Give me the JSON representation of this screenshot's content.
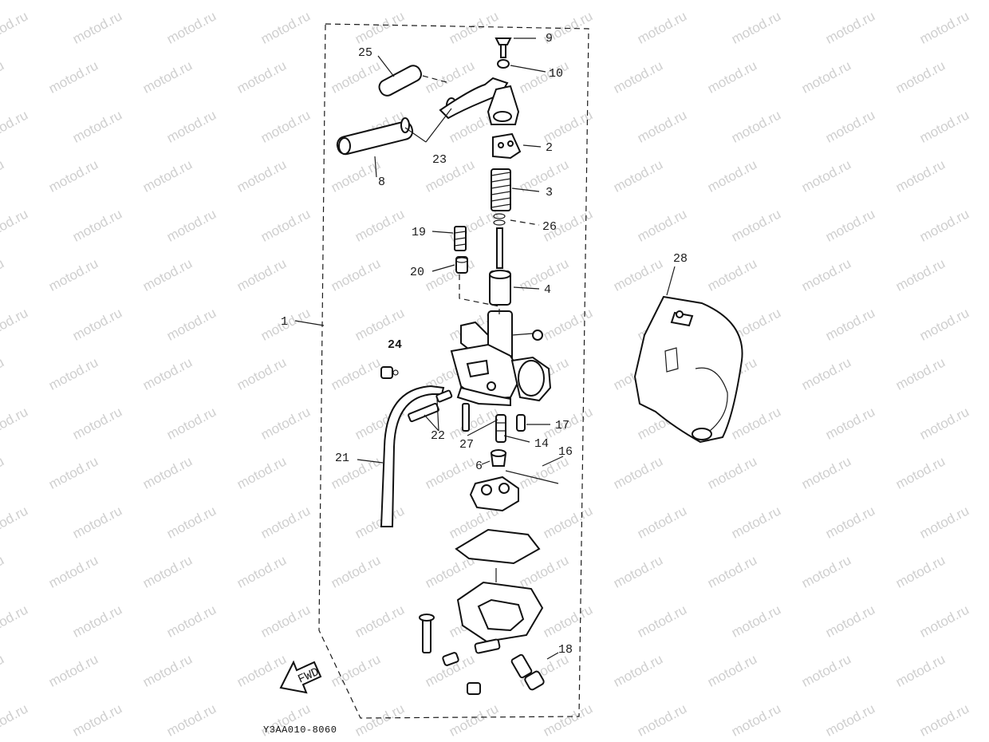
{
  "watermark": {
    "text": "motod.ru"
  },
  "diagram": {
    "callouts": {
      "c1": "1",
      "c2": "2",
      "c3": "3",
      "c4": "4",
      "c6": "6",
      "c8": "8",
      "c9": "9",
      "c10": "10",
      "c14": "14",
      "c16": "16",
      "c17": "17",
      "c18": "18",
      "c19": "19",
      "c20": "20",
      "c21": "21",
      "c22": "22",
      "c23": "23",
      "c24": "24",
      "c25": "25",
      "c26": "26",
      "c27": "27",
      "c28": "28"
    },
    "fwd_label": "FWD",
    "drawing_code": "Y3AA010-8060"
  }
}
